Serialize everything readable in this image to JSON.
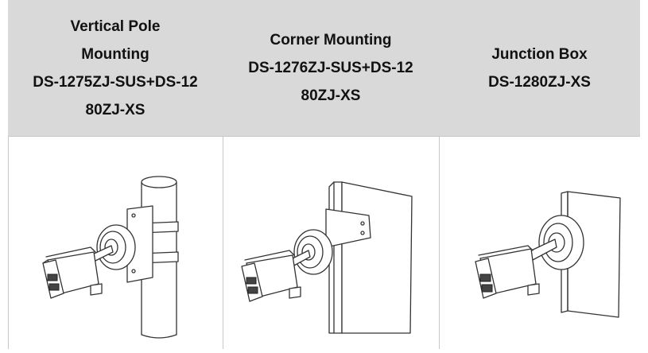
{
  "columns": [
    {
      "lines": [
        "Vertical Pole",
        "Mounting",
        "DS-1275ZJ-SUS+DS-12",
        "80ZJ-XS"
      ],
      "illustration": "camera-on-pole-mount"
    },
    {
      "lines": [
        "Corner Mounting",
        "DS-1276ZJ-SUS+DS-12",
        "80ZJ-XS"
      ],
      "illustration": "camera-on-corner-mount"
    },
    {
      "lines": [
        "Junction Box",
        "DS-1280ZJ-XS"
      ],
      "illustration": "camera-on-junction-box"
    }
  ]
}
